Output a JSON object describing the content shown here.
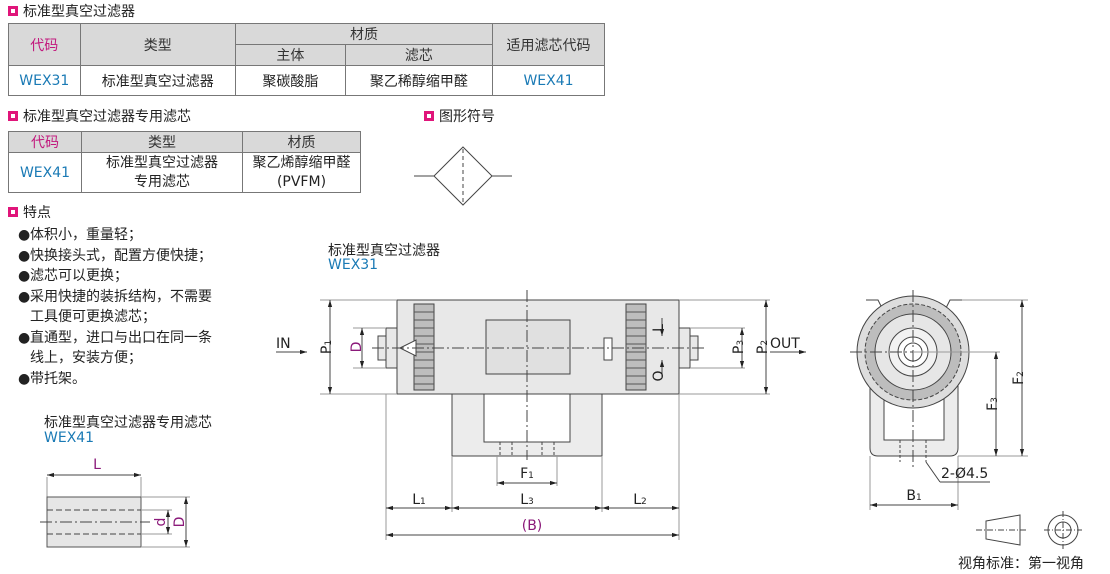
{
  "section1": {
    "title": "标准型真空过滤器"
  },
  "table1": {
    "h_code": "代码",
    "h_type": "类型",
    "h_material": "材质",
    "h_body": "主体",
    "h_element": "滤芯",
    "h_fit": "适用滤芯代码",
    "row": {
      "code": "WEX31",
      "type": "标准型真空过滤器",
      "body": "聚碳酸脂",
      "element": "聚乙稀醇缩甲醛",
      "fit": "WEX41"
    }
  },
  "section2": {
    "title": "标准型真空过滤器专用滤芯"
  },
  "table2": {
    "h_code": "代码",
    "h_type": "类型",
    "h_material": "材质",
    "row": {
      "code": "WEX41",
      "type_line1": "标准型真空过滤器",
      "type_line2": "专用滤芯",
      "mat_line1": "聚乙烯醇缩甲醛",
      "mat_line2": "(PVFM)"
    }
  },
  "section3": {
    "title": "图形符号"
  },
  "section4": {
    "title": "特点"
  },
  "features": [
    {
      "line1": "体积小，重量轻；",
      "line2": ""
    },
    {
      "line1": "快换接头式，配置方便快捷；",
      "line2": ""
    },
    {
      "line1": "滤芯可以更换；",
      "line2": ""
    },
    {
      "line1": "采用快捷的装拆结构，不需要",
      "line2": "工具便可更换滤芯；"
    },
    {
      "line1": "直通型，进口与出口在同一条",
      "line2": "线上，安装方便；"
    },
    {
      "line1": "带托架。",
      "line2": ""
    }
  ],
  "drawing_filter": {
    "name": "标准型真空过滤器专用滤芯",
    "code": "WEX41",
    "L": "L",
    "d": "d",
    "D": "D"
  },
  "drawing_main": {
    "name": "标准型真空过滤器",
    "code": "WEX31",
    "in": "IN",
    "out": "OUT",
    "P1": "P",
    "P1s": "1",
    "P2": "P",
    "P2s": "2",
    "P3": "P",
    "P3s": "3",
    "D": "D",
    "L": "L",
    "O": "O",
    "F1": "F",
    "F1s": "1",
    "L1": "L",
    "L1s": "1",
    "L2": "L",
    "L2s": "2",
    "L3": "L",
    "L3s": "3",
    "B": "(B)"
  },
  "drawing_side": {
    "F2": "F",
    "F2s": "2",
    "F3": "F",
    "F3s": "3",
    "B1": "B",
    "B1s": "1",
    "holes": "2-Ø4.5"
  },
  "view_standard": "视角标准：第一视角",
  "colors": {
    "accent": "#e0157a",
    "code_blue": "#1a7ab5",
    "dim_purple": "#8b1a7a",
    "header_gray": "#d9d9d9"
  }
}
